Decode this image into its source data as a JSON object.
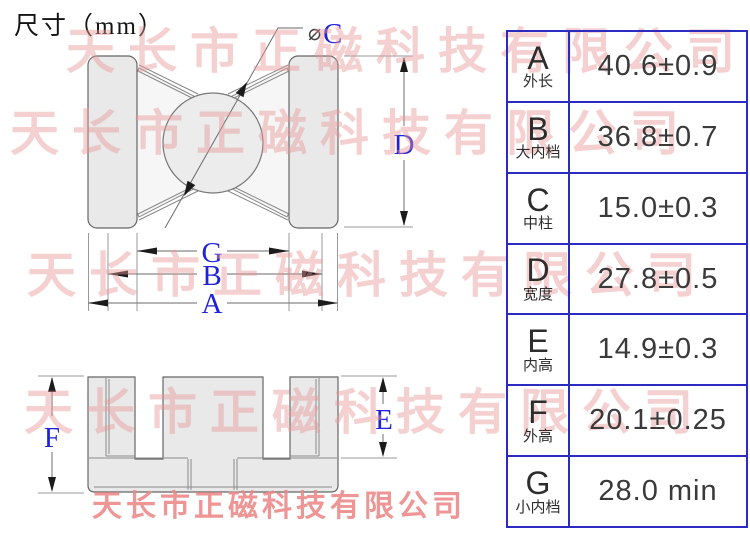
{
  "title": "尺寸（mm）",
  "watermark": {
    "text": "天长市正磁科技有限公司",
    "footer": "天长市正磁科技有限公司"
  },
  "drawing": {
    "labels": {
      "a": "A",
      "b": "B",
      "c": "C",
      "c_prefix": "⌀",
      "d": "D",
      "e": "E",
      "f": "F",
      "g": "G"
    }
  },
  "table": {
    "rows": [
      {
        "letter": "A",
        "name": "外长",
        "value": "40.6±0.9"
      },
      {
        "letter": "B",
        "name": "大内档",
        "value": "36.8±0.7"
      },
      {
        "letter": "C",
        "name": "中柱",
        "value": "15.0±0.3"
      },
      {
        "letter": "D",
        "name": "宽度",
        "value": "27.8±0.5"
      },
      {
        "letter": "E",
        "name": "内高",
        "value": "14.9±0.3"
      },
      {
        "letter": "F",
        "name": "外高",
        "value": "20.1±0.25"
      },
      {
        "letter": "G",
        "name": "小内档",
        "value": "28.0 min"
      }
    ]
  },
  "colors": {
    "table_border": "#2b2bc0",
    "dim_label_blue": "#2020dd",
    "watermark_pink": "#e99696",
    "fill_light_gray": "#e9e9e9"
  }
}
